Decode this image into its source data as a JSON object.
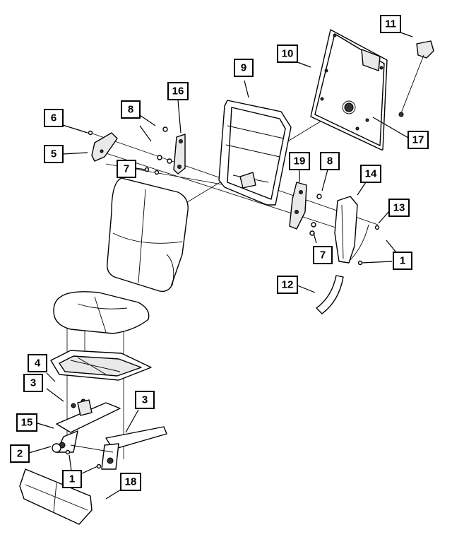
{
  "diagram": {
    "callouts": [
      {
        "id": "c1a",
        "label": "1"
      },
      {
        "id": "c1b",
        "label": "1"
      },
      {
        "id": "c2",
        "label": "2"
      },
      {
        "id": "c3a",
        "label": "3"
      },
      {
        "id": "c3b",
        "label": "3"
      },
      {
        "id": "c4",
        "label": "4"
      },
      {
        "id": "c5",
        "label": "5"
      },
      {
        "id": "c6",
        "label": "6"
      },
      {
        "id": "c7a",
        "label": "7"
      },
      {
        "id": "c7b",
        "label": "7"
      },
      {
        "id": "c8a",
        "label": "8"
      },
      {
        "id": "c8b",
        "label": "8"
      },
      {
        "id": "c9",
        "label": "9"
      },
      {
        "id": "c10",
        "label": "10"
      },
      {
        "id": "c11",
        "label": "11"
      },
      {
        "id": "c12",
        "label": "12"
      },
      {
        "id": "c13",
        "label": "13"
      },
      {
        "id": "c14",
        "label": "14"
      },
      {
        "id": "c15",
        "label": "15"
      },
      {
        "id": "c16",
        "label": "16"
      },
      {
        "id": "c17",
        "label": "17"
      },
      {
        "id": "c18",
        "label": "18"
      },
      {
        "id": "c19",
        "label": "19"
      }
    ]
  }
}
